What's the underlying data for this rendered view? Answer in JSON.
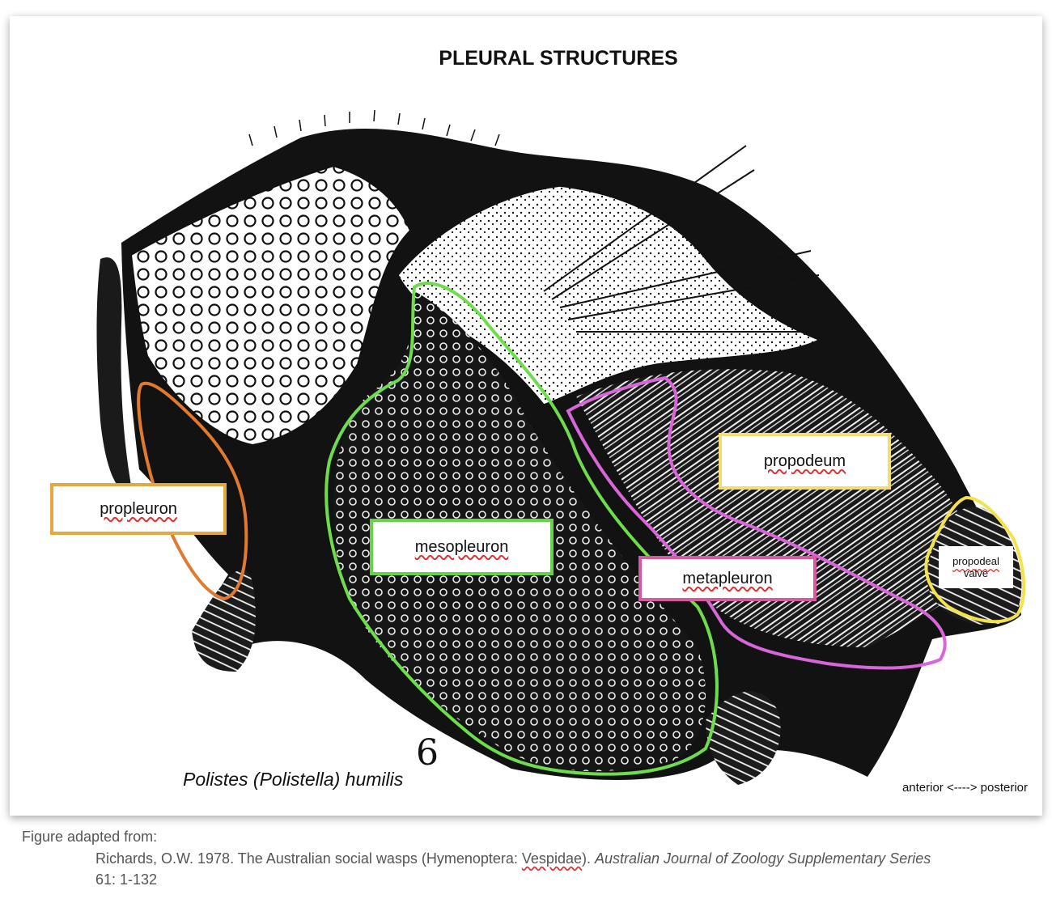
{
  "title": "PLEURAL STRUCTURES",
  "labels": {
    "propleuron": "propleuron",
    "mesopleuron": "mesopleuron",
    "metapleuron": "metapleuron",
    "propodeum": "propodeum",
    "propodeal_valve_line1": "propodeal",
    "propodeal_valve_line2": "valve"
  },
  "outline_colors": {
    "propleuron": "#e07a2e",
    "mesopleuron": "#6edc4c",
    "metapleuron": "#d866d8",
    "propodeum": "#f1dd73",
    "propodeal_valve": "#f3e34a"
  },
  "figure_number": "6",
  "species": "Polistes (Polistella) humilis",
  "orientation": "anterior <----> posterior",
  "caption": {
    "heading": "Figure adapted from:",
    "citation_text": "Richards, O.W. 1978. The Australian social wasps (Hymenoptera: ",
    "citation_family": "Vespidae",
    "citation_after": "). ",
    "journal": "Australian Journal of Zoology Supplementary Series",
    "pages": "61: 1-132"
  }
}
